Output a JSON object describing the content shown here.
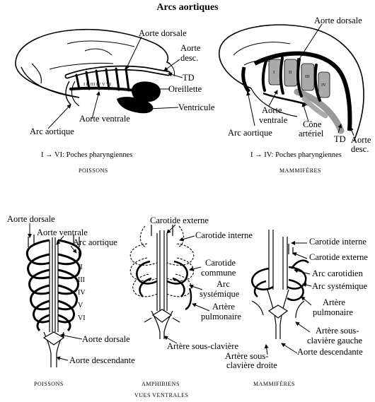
{
  "title": "Arcs aortiques",
  "top_left": {
    "labels": {
      "aorte_dorsale": "Aorte dorsale",
      "aorte_desc_1": "Aorte",
      "aorte_desc_2": "desc.",
      "td": "TD",
      "oreillette": "Oreillette",
      "ventricule": "Ventricule",
      "aorte_ventrale": "Aorte ventrale",
      "arc_aortique": "Arc aortique",
      "arch_numerals": "I II III IV V VI"
    },
    "caption": "I → VI: Poches pharyngiennes",
    "group": "POISSONS"
  },
  "top_right": {
    "labels": {
      "aorte_dorsale": "Aorte dorsale",
      "aorte_ventrale_1": "Aorte",
      "aorte_ventrale_2": "ventrale",
      "cone_1": "Cône",
      "cone_2": "artériel",
      "arc_aortique": "Arc aortique",
      "td": "TD",
      "aorte_desc_1": "Aorte",
      "aorte_desc_2": "desc.",
      "numerals": [
        "I",
        "II",
        "III",
        "IV"
      ]
    },
    "caption": "I → IV: Poches pharyngiennes",
    "group": "MAMMIFÈRES"
  },
  "bottom_fish": {
    "labels": {
      "aorte_dorsale_top": "Aorte dorsale",
      "aorte_ventrale": "Aorte ventrale",
      "arc_aortique": "Arc aortique",
      "aorte_dorsale": "Aorte dorsale",
      "aorte_descendante": "Aorte descendante"
    },
    "numerals": [
      "I",
      "II",
      "III",
      "IV",
      "V",
      "VI"
    ],
    "group": "POISSONS"
  },
  "bottom_amph": {
    "labels": {
      "carotide_externe": "Carotide externe",
      "carotide_interne": "Carotide interne",
      "carotide_commune_1": "Carotide",
      "carotide_commune_2": "commune",
      "arc_systemique_1": "Arc",
      "arc_systemique_2": "systémique",
      "artere_pulm_1": "Artère",
      "artere_pulm_2": "pulmonaire",
      "artere_sous_claviere": "Artère sous-clavière"
    },
    "group": "AMPHIBIENS"
  },
  "bottom_mamm": {
    "labels": {
      "carotide_interne": "Carotide interne",
      "carotide_externe": "Carotide externe",
      "arc_carotidien": "Arc carotidien",
      "arc_systemique": "Arc systémique",
      "artere_pulm_1": "Artère",
      "artere_pulm_2": "pulmonaire",
      "sous_clav_gauche_1": "Artère sous-",
      "sous_clav_gauche_2": "clavière gauche",
      "sous_clav_droite_1": "Artère sous-",
      "sous_clav_droite_2": "clavière droite",
      "aorte_descendante": "Aorte descendante"
    },
    "group": "MAMMIFÈRES"
  },
  "footer": "VUES VENTRALES"
}
